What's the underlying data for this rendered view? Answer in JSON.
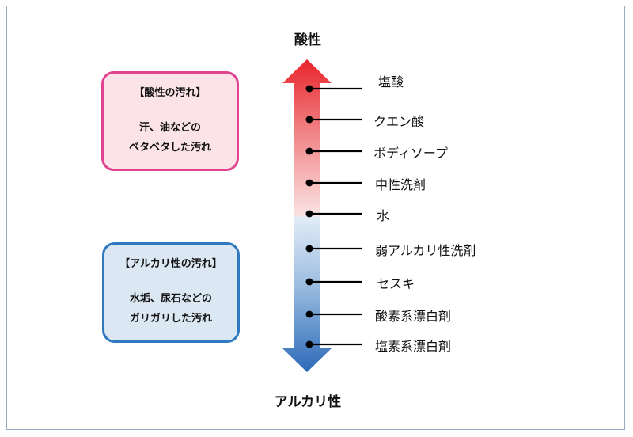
{
  "top_label": "酸性",
  "bottom_label": "アルカリ性",
  "acid_box": {
    "title": "【酸性の汚れ】",
    "line1": "汗、油などの",
    "line2": "ベタベタした汚れ"
  },
  "alkali_box": {
    "title": "【アルカリ性の汚れ】",
    "line1": "水垢、尿石などの",
    "line2": "ガリガリした汚れ"
  },
  "items": [
    "塩酸",
    "クエン酸",
    "ボディソープ",
    "中性洗剤",
    "水",
    "弱アルカリ性洗剤",
    "セスキ",
    "酸素系漂白剤",
    "塩素系漂白剤"
  ],
  "colors": {
    "acid": "#e8242b",
    "alkali": "#2c6ab8",
    "acid_border": "#e0438f",
    "alkali_border": "#2e79bf"
  }
}
